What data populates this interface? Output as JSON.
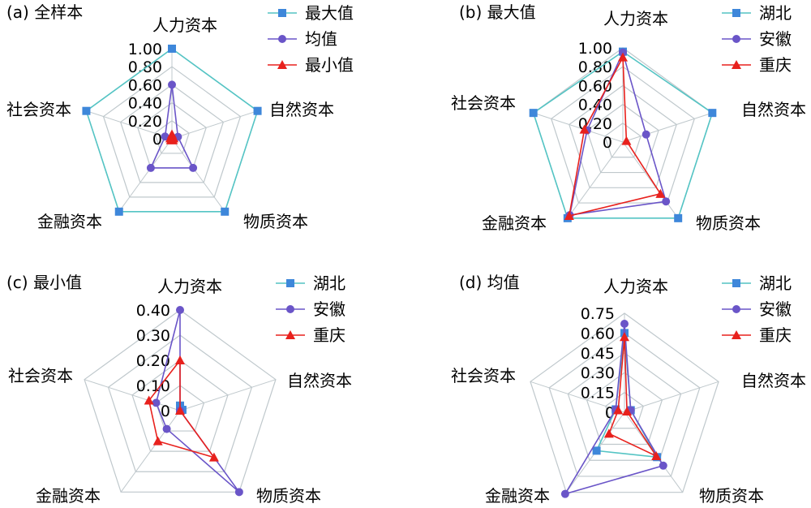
{
  "colors": {
    "grid": "#BFC8CC",
    "series_max_line": "#54C4C4",
    "series_max_marker": "#3E87DA",
    "series_mean": "#6A55C8",
    "series_min": "#E8211D"
  },
  "chart_data": [
    {
      "panel_label": "(a) 全样本",
      "type": "radar",
      "axes": [
        "人力资本",
        "自然资本",
        "物质资本",
        "金融资本",
        "社会资本"
      ],
      "r_ticks": [
        "0",
        "0.20",
        "0.40",
        "0.60",
        "0.80",
        "1.00"
      ],
      "rlim": [
        0,
        1.0
      ],
      "legend_position": "top-right",
      "series": [
        {
          "name": "最大值",
          "values": [
            1.0,
            1.0,
            1.0,
            1.0,
            1.0
          ],
          "line_color": "#54C4C4",
          "marker_color": "#3E87DA",
          "marker": "square"
        },
        {
          "name": "均值",
          "values": [
            0.6,
            0.07,
            0.4,
            0.4,
            0.08
          ],
          "line_color": "#6A55C8",
          "marker_color": "#6A55C8",
          "marker": "circle"
        },
        {
          "name": "最小值",
          "values": [
            0.05,
            0.02,
            0.02,
            0.02,
            0.02
          ],
          "line_color": "#E8211D",
          "marker_color": "#E8211D",
          "marker": "triangle"
        }
      ]
    },
    {
      "panel_label": "(b) 最大值",
      "type": "radar",
      "axes": [
        "人力资本",
        "自然资本",
        "物质资本",
        "金融资本",
        "社会资本"
      ],
      "r_ticks": [
        "0",
        "0.20",
        "0.40",
        "0.60",
        "0.80",
        "1.00"
      ],
      "rlim": [
        0,
        1.0
      ],
      "legend_position": "top-right",
      "series": [
        {
          "name": "湖北",
          "values": [
            0.96,
            1.0,
            1.0,
            1.0,
            1.0
          ],
          "line_color": "#54C4C4",
          "marker_color": "#3E87DA",
          "marker": "square"
        },
        {
          "name": "安徽",
          "values": [
            0.95,
            0.26,
            0.78,
            0.96,
            0.4
          ],
          "line_color": "#6A55C8",
          "marker_color": "#6A55C8",
          "marker": "circle"
        },
        {
          "name": "重庆",
          "values": [
            0.9,
            0.04,
            0.68,
            0.97,
            0.43
          ],
          "line_color": "#E8211D",
          "marker_color": "#E8211D",
          "marker": "triangle"
        }
      ]
    },
    {
      "panel_label": "(c) 最小值",
      "type": "radar",
      "axes": [
        "人力资本",
        "自然资本",
        "物质资本",
        "金融资本",
        "社会资本"
      ],
      "r_ticks": [
        "0",
        "0.10",
        "0.20",
        "0.30",
        "0.40"
      ],
      "rlim": [
        0,
        0.4
      ],
      "legend_position": "top-right",
      "series": [
        {
          "name": "湖北",
          "values": [
            0.02,
            0.01,
            0.0,
            0.0,
            0.0
          ],
          "line_color": "#54C4C4",
          "marker_color": "#3E87DA",
          "marker": "square"
        },
        {
          "name": "安徽",
          "values": [
            0.4,
            0.0,
            0.4,
            0.09,
            0.1
          ],
          "line_color": "#6A55C8",
          "marker_color": "#6A55C8",
          "marker": "circle"
        },
        {
          "name": "重庆",
          "values": [
            0.2,
            0.0,
            0.23,
            0.15,
            0.13
          ],
          "line_color": "#E8211D",
          "marker_color": "#E8211D",
          "marker": "triangle"
        }
      ]
    },
    {
      "panel_label": "(d) 均值",
      "type": "radar",
      "axes": [
        "人力资本",
        "自然资本",
        "物质资本",
        "金融资本",
        "社会资本"
      ],
      "r_ticks": [
        "0",
        "0.15",
        "0.30",
        "0.45",
        "0.60",
        "0.75"
      ],
      "rlim": [
        0,
        0.75
      ],
      "legend_position": "top-right",
      "series": [
        {
          "name": "湖北",
          "values": [
            0.6,
            0.05,
            0.42,
            0.36,
            0.07
          ],
          "line_color": "#54C4C4",
          "marker_color": "#3E87DA",
          "marker": "square"
        },
        {
          "name": "安徽",
          "values": [
            0.67,
            0.05,
            0.5,
            0.77,
            0.07
          ],
          "line_color": "#6A55C8",
          "marker_color": "#6A55C8",
          "marker": "circle"
        },
        {
          "name": "重庆",
          "values": [
            0.57,
            0.02,
            0.41,
            0.2,
            0.05
          ],
          "line_color": "#E8211D",
          "marker_color": "#E8211D",
          "marker": "triangle"
        }
      ]
    }
  ]
}
